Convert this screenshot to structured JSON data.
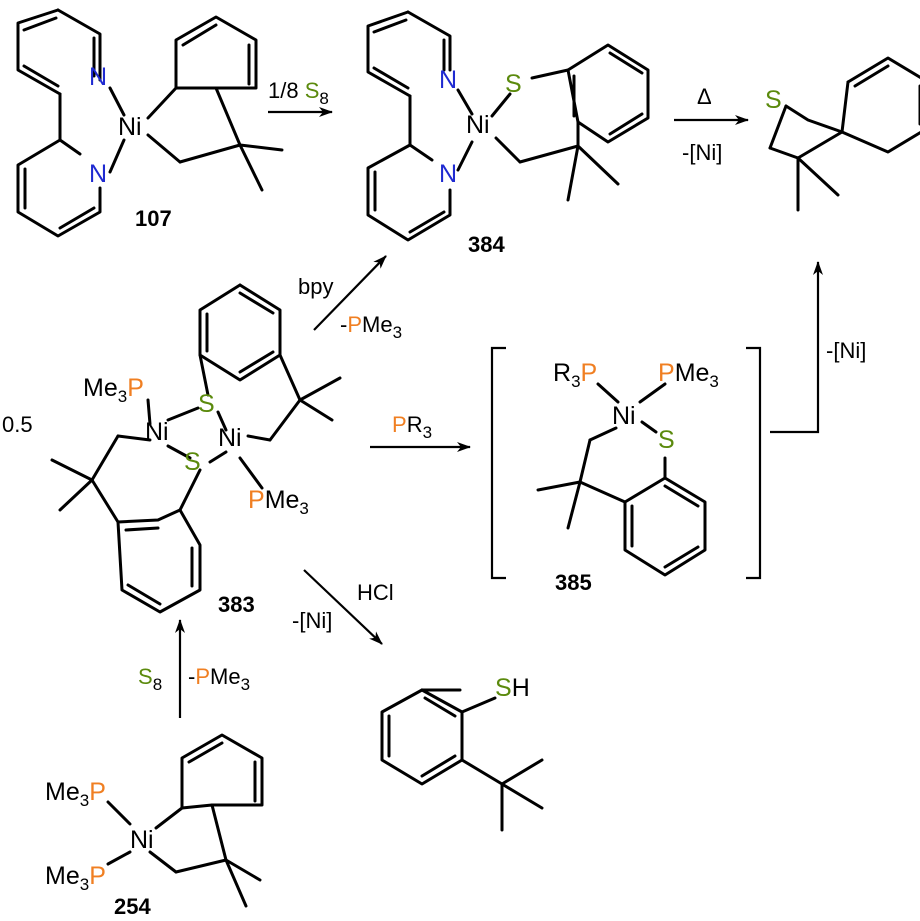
{
  "compounds": {
    "c107": "107",
    "c384": "384",
    "c383": "383",
    "c385": "385",
    "c254": "254"
  },
  "atoms": {
    "ni": "Ni",
    "n": "N",
    "s": "S",
    "p": "P",
    "me": "Me",
    "me3_sub": "3",
    "r": "R",
    "r3_sub": "3",
    "pme3_tail": "Me",
    "h": "H"
  },
  "reagents": {
    "one_eighth": "1/8 ",
    "s8_S": "S",
    "s8_sub": "8",
    "delta": "Δ",
    "minus_ni_1": "-[Ni]",
    "minus_ni_2": "-[Ni]",
    "minus_ni_3": "-[Ni]",
    "bpy": "bpy",
    "minus": "-",
    "pr3_R": "R",
    "pr3_sub": "3",
    "hcl": "HCl",
    "half": "0.5"
  },
  "colors": {
    "sulfur": "#5b8a0d",
    "nitrogen": "#1f2ad1",
    "phosphorus": "#f07f22",
    "bond": "#000000"
  }
}
